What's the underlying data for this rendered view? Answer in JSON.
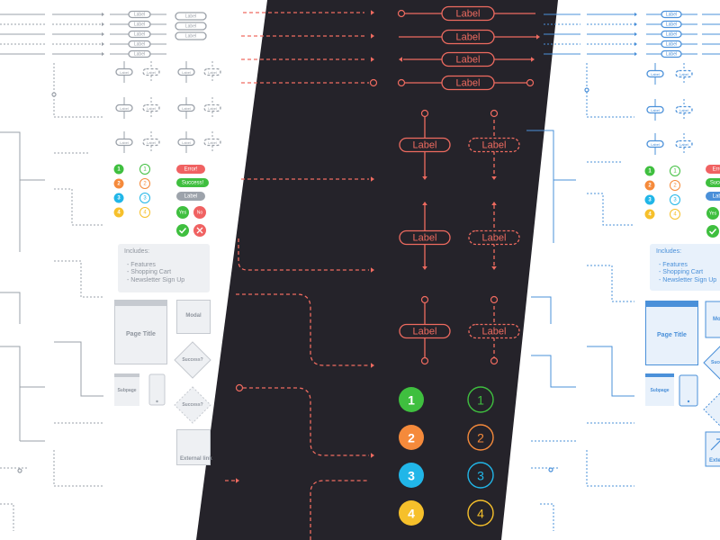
{
  "colors": {
    "gray": "#9aa0a8",
    "gray_light": "#c6cad0",
    "dark_bg": "#25232a",
    "coral": "#ef6b60",
    "blue": "#4a90d9",
    "blue_light": "#e8f1fb",
    "green": "#3fbf3f",
    "orange": "#f58a3b",
    "cyan": "#21b6e8",
    "yellow": "#f6c02b",
    "red_badge": "#f06262",
    "gray_badge": "#9da3ab"
  },
  "connector_label": "Label",
  "numbers": [
    "1",
    "2",
    "3",
    "4"
  ],
  "badges": {
    "error": "Error!",
    "success": "Success!",
    "label": "Label",
    "yes": "Yes",
    "no": "No"
  },
  "note": {
    "title": "Includes:",
    "items": [
      "- Features",
      "- Shopping Cart",
      "- Newsletter Sign Up"
    ]
  },
  "page_title": "Page Title",
  "modal_title": "Modal",
  "subpage_title": "Subpage",
  "decision_label": "Success?",
  "external_link": "External link",
  "icons": [
    "checkmark-icon",
    "close-icon",
    "smartphone-icon",
    "external-arrow-icon"
  ]
}
